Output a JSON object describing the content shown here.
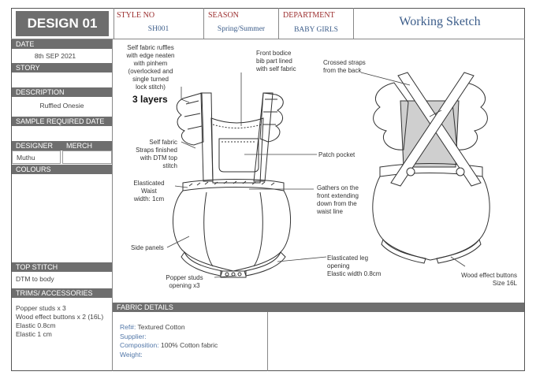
{
  "header": {
    "design_title": "DESIGN 01",
    "style_no_label": "STYLE NO",
    "style_no": "SH001",
    "season_label": "SEASON",
    "season": "Spring/Summer",
    "department_label": "DEPARTMENT",
    "department": "BABY GIRLS",
    "sheet_title": "Working Sketch"
  },
  "sidebar": {
    "date_label": "DATE",
    "date": "8th SEP 2021",
    "story_label": "STORY",
    "description_label": "DESCRIPTION",
    "description": "Ruffled Onesie",
    "sample_date_label": "SAMPLE REQUIRED DATE",
    "designer_label": "DESIGNER",
    "merch_label": "MERCH",
    "designer": "Muthu",
    "colours_label": "COLOURS",
    "top_stitch_label": "TOP STITCH",
    "top_stitch": "DTM to body",
    "trims_label": "TRIMS/ ACCESSORIES",
    "trims": [
      "Popper studs x 3",
      "Wood effect buttons x 2 (16L)",
      "Elastic 0.8cm",
      "Elastic 1 cm"
    ]
  },
  "fabric": {
    "section_label": "FABRIC DETAILS",
    "ref_label": "Ref#:",
    "ref_value": "Textured Cotton",
    "supplier_label": "Supplier:",
    "composition_label": "Composition:",
    "composition_value": "100% Cotton fabric",
    "weight_label": "Weight:"
  },
  "annotations": {
    "ruffles": [
      "Self fabric ruffles",
      "with edge neaten",
      "with pinhem",
      "(overlocked and",
      "single turned",
      "lock stitch)"
    ],
    "layers": "3 layers",
    "front_bodice": [
      "Front bodice",
      "bib part lined",
      "with self fabric"
    ],
    "crossed_straps": [
      "Crossed straps",
      "from the back"
    ],
    "self_straps": [
      "Self fabric",
      "Straps finished",
      "with DTM top",
      "stitch"
    ],
    "patch_pocket": "Patch pocket",
    "elastic_waist": [
      "Elasticated",
      "Waist",
      "width: 1cm"
    ],
    "gathers": [
      "Gathers on the",
      "front extending",
      "down from the",
      "waist line"
    ],
    "side_panels": "Side panels",
    "leg_opening": [
      "Elasticated leg",
      "opening",
      "Elastic width 0.8cm"
    ],
    "popper": [
      "Popper studs",
      "opening x3"
    ],
    "wood_buttons": [
      "Wood effect buttons",
      "Size 16L"
    ]
  }
}
